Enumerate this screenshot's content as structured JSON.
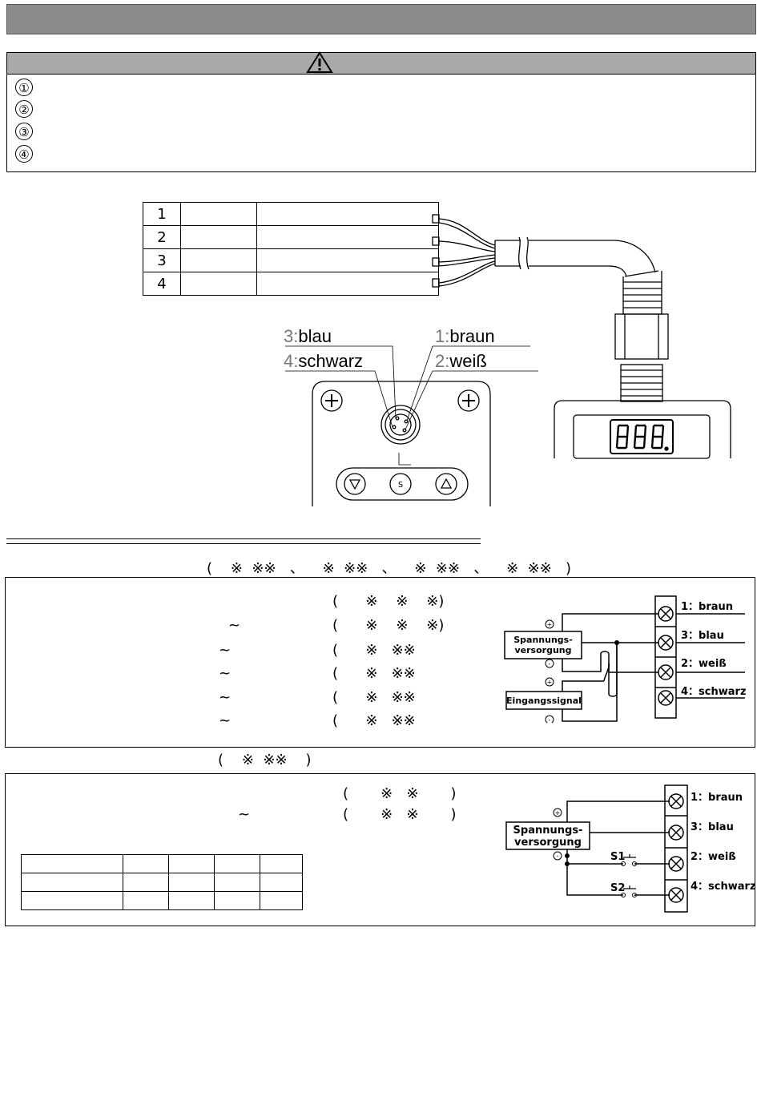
{
  "header": {
    "title": ""
  },
  "warning": {
    "items": [
      "①",
      "②",
      "③",
      "④"
    ]
  },
  "wire_table": {
    "rows": [
      {
        "num": "1"
      },
      {
        "num": "2"
      },
      {
        "num": "3"
      },
      {
        "num": "4"
      }
    ]
  },
  "connector": {
    "pin3": {
      "num": "3",
      "sep": ":",
      "color": "blau"
    },
    "pin4": {
      "num": "4",
      "sep": ":",
      "color": "schwarz"
    },
    "pin1": {
      "num": "1",
      "sep": ":",
      "color": "braun"
    },
    "pin2": {
      "num": "2",
      "sep": ":",
      "color": "weiß"
    },
    "button_s": "S"
  },
  "section1": {
    "models_line": "(    ※  ※※   、    ※  ※※   、    ※  ※※   、    ※  ※※   )",
    "rows": [
      {
        "tilde": "",
        "paren": "(      ※    ※    ※)"
      },
      {
        "tilde": "~",
        "paren": "(      ※    ※    ※)"
      },
      {
        "tilde": "~",
        "paren": "(      ※   ※※"
      },
      {
        "tilde": "~",
        "paren": "(      ※   ※※"
      },
      {
        "tilde": "~",
        "paren": "(      ※   ※※"
      },
      {
        "tilde": "~",
        "paren": "(      ※   ※※"
      }
    ],
    "diagram": {
      "supply": "Spannungs-\nversorgung",
      "signal": "Eingangssignal",
      "plus": "+",
      "minus": "-",
      "t1": "1：braun",
      "t3": "3：blau",
      "t2": "2：weiß",
      "t4": "4：schwarz"
    }
  },
  "section2": {
    "models_line": "(    ※  ※※    )",
    "rows": [
      {
        "tilde": "",
        "paren": "(       ※   ※       )"
      },
      {
        "tilde": "~",
        "paren": "(       ※   ※       )"
      }
    ],
    "diagram": {
      "supply": "Spannungs-\nversorgung",
      "plus": "+",
      "minus": "-",
      "s1": "S1",
      "s2": "S2",
      "t1": "1：braun",
      "t3": "3：blau",
      "t2": "2：weiß",
      "t4": "4：schwarz"
    }
  }
}
